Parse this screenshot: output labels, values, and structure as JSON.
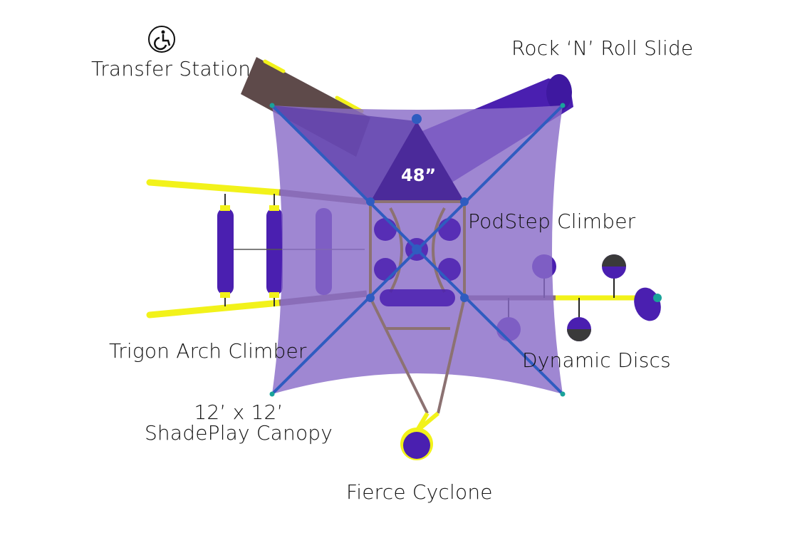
{
  "diagram": {
    "title": "Playset Top View",
    "deck_height": "48”",
    "components": [
      {
        "id": "transfer-station",
        "label": "Transfer Station",
        "icon": "wheelchair-accessibility-icon"
      },
      {
        "id": "rock-n-roll-slide",
        "label": "Rock ‘N’ Roll Slide"
      },
      {
        "id": "podstep-climber",
        "label": "PodStep Climber"
      },
      {
        "id": "trigon-arch-climber",
        "label": "Trigon Arch Climber"
      },
      {
        "id": "dynamic-discs",
        "label": "Dynamic Discs"
      },
      {
        "id": "shadeplay-canopy",
        "label_line1": "12’ x 12’",
        "label_line2": "ShadePlay Canopy"
      },
      {
        "id": "fierce-cyclone",
        "label": "Fierce Cyclone"
      }
    ],
    "colors": {
      "canopy": "#8a6cc8",
      "deck": "#4b2a9a",
      "slide": "#4a1fb0",
      "transfer_board": "#5e4a4a",
      "frame_rail": "#8c7272",
      "yellow_rail": "#f2f21a",
      "canopy_pole": "#2f5cc0",
      "pole_tip": "#1aa39a",
      "disc_dark": "#3a3a3a",
      "text": "#111111"
    }
  }
}
